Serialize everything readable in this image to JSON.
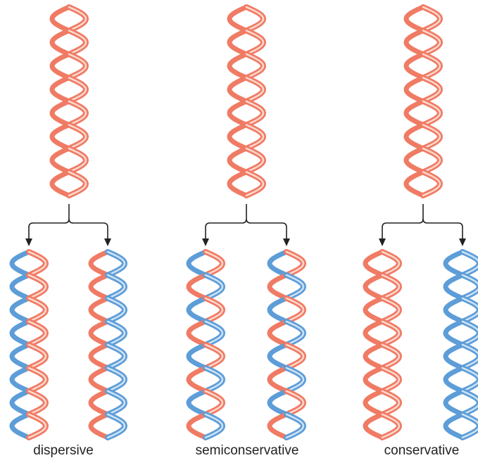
{
  "colors": {
    "parental": "#f07b64",
    "parental_light": "#fbd9cf",
    "new": "#5d9dd8",
    "new_light": "#cfe3f5",
    "arrow": "#222222"
  },
  "models": [
    {
      "label": "dispersive",
      "daughters": [
        {
          "pattern": [
            [
              "parental",
              "new"
            ],
            [
              "new",
              "parental"
            ],
            [
              "parental",
              "new"
            ],
            [
              "new",
              "parental"
            ],
            [
              "parental",
              "new"
            ],
            [
              "new",
              "parental"
            ],
            [
              "parental",
              "new"
            ],
            [
              "new",
              "parental"
            ]
          ]
        },
        {
          "pattern": [
            [
              "new",
              "parental"
            ],
            [
              "parental",
              "new"
            ],
            [
              "new",
              "parental"
            ],
            [
              "parental",
              "new"
            ],
            [
              "new",
              "parental"
            ],
            [
              "parental",
              "new"
            ],
            [
              "new",
              "parental"
            ],
            [
              "parental",
              "new"
            ]
          ]
        }
      ]
    },
    {
      "label": "semiconservative",
      "daughters": [
        {
          "pattern": [
            [
              "parental",
              "new"
            ],
            [
              "parental",
              "new"
            ],
            [
              "parental",
              "new"
            ],
            [
              "parental",
              "new"
            ],
            [
              "parental",
              "new"
            ],
            [
              "parental",
              "new"
            ],
            [
              "parental",
              "new"
            ],
            [
              "parental",
              "new"
            ]
          ]
        },
        {
          "pattern": [
            [
              "parental",
              "new"
            ],
            [
              "parental",
              "new"
            ],
            [
              "parental",
              "new"
            ],
            [
              "parental",
              "new"
            ],
            [
              "parental",
              "new"
            ],
            [
              "parental",
              "new"
            ],
            [
              "parental",
              "new"
            ],
            [
              "parental",
              "new"
            ]
          ]
        }
      ]
    },
    {
      "label": "conservative",
      "daughters": [
        {
          "pattern": [
            [
              "parental",
              "parental"
            ],
            [
              "parental",
              "parental"
            ],
            [
              "parental",
              "parental"
            ],
            [
              "parental",
              "parental"
            ],
            [
              "parental",
              "parental"
            ],
            [
              "parental",
              "parental"
            ],
            [
              "parental",
              "parental"
            ],
            [
              "parental",
              "parental"
            ]
          ]
        },
        {
          "pattern": [
            [
              "new",
              "new"
            ],
            [
              "new",
              "new"
            ],
            [
              "new",
              "new"
            ],
            [
              "new",
              "new"
            ],
            [
              "new",
              "new"
            ],
            [
              "new",
              "new"
            ],
            [
              "new",
              "new"
            ],
            [
              "new",
              "new"
            ]
          ]
        }
      ]
    }
  ]
}
